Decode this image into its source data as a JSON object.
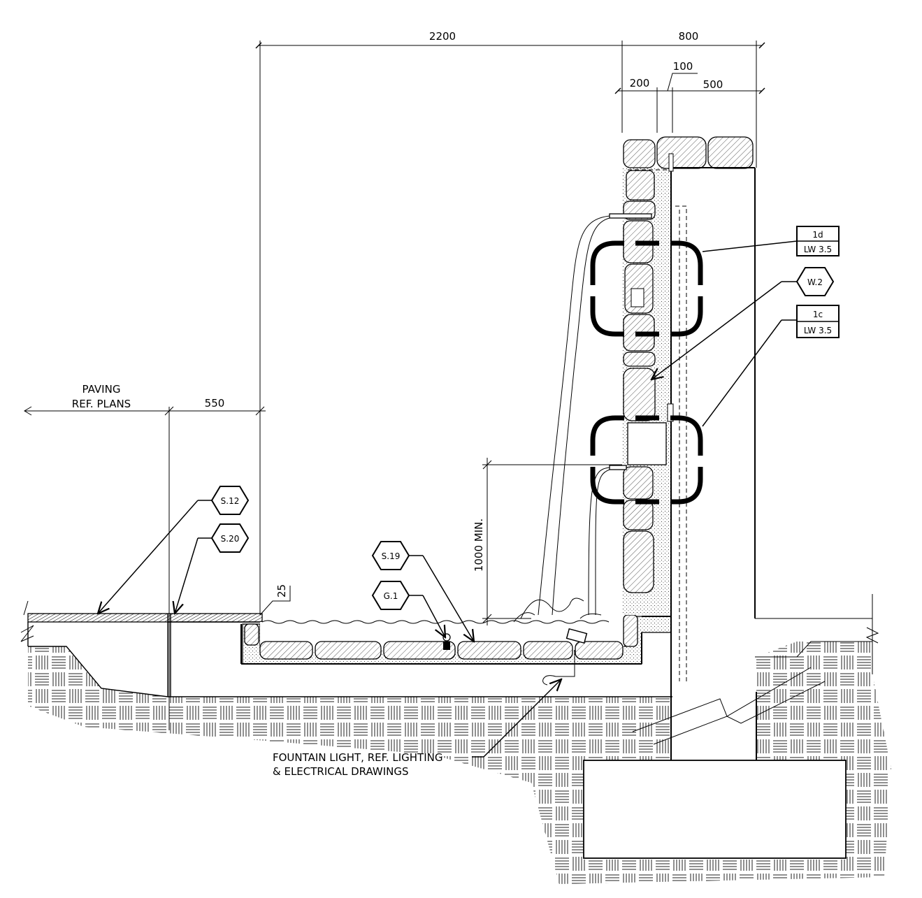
{
  "dimensions": {
    "overall_width": "2200",
    "wall_width": "800",
    "d200": "200",
    "d100": "100",
    "d500": "500",
    "paving_label_1": "PAVING",
    "paving_label_2": "REF. PLANS",
    "d550": "550",
    "d25": "25",
    "water_height": "1000 MIN."
  },
  "tags": {
    "s12": "S.12",
    "s20": "S.20",
    "s19": "S.19",
    "g1": "G.1",
    "w2": "W.2"
  },
  "detail_refs": {
    "d1d_top": "1d",
    "d1d_bottom": "LW 3.5",
    "d1c_top": "1c",
    "d1c_bottom": "LW 3.5"
  },
  "notes": {
    "fountain_line1": "FOUNTAIN LIGHT, REF. LIGHTING",
    "fountain_line2": "& ELECTRICAL DRAWINGS"
  }
}
